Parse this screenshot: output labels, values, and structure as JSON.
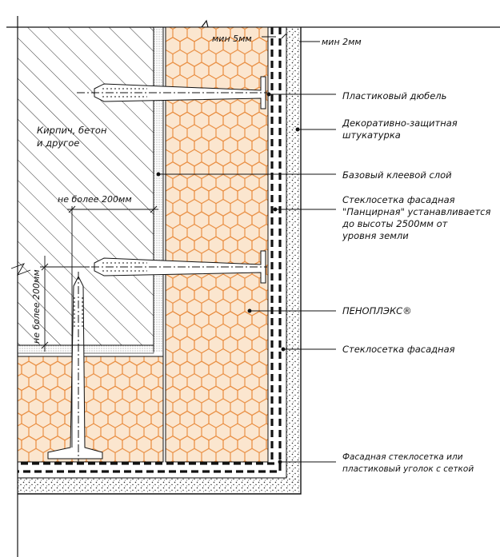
{
  "labels": {
    "plastic_dowel": "Пластиковый дюбель",
    "decorative_plaster_1": "Декоративно-защитная",
    "decorative_plaster_2": "штукатурка",
    "base_adhesive": "Базовый клеевой слой",
    "mesh_armor_1": "Стеклосетка фасадная",
    "mesh_armor_2": "\"Панцирная\" устанавливается",
    "mesh_armor_3": "до высоты 2500мм от",
    "mesh_armor_4": "уровня земли",
    "penoplex": "ПЕНОПЛЭКС®",
    "mesh_facade": "Стеклосетка фасадная",
    "corner_1": "Фасадная стеклосетка или",
    "corner_2": "пластиковый уголок с сеткой",
    "wall_1": "Кирпич, бетон",
    "wall_2": "и другое"
  },
  "dimensions": {
    "min_5": "мин 5мм",
    "min_2": "мин 2мм",
    "max_200_h": "не более 200мм",
    "max_200_v": "не более 200мм"
  },
  "colors": {
    "insulation_fill": "#fbe6cf",
    "honeycomb_stroke": "#e8893a",
    "line": "#111111",
    "leader_dot": "#111111"
  }
}
